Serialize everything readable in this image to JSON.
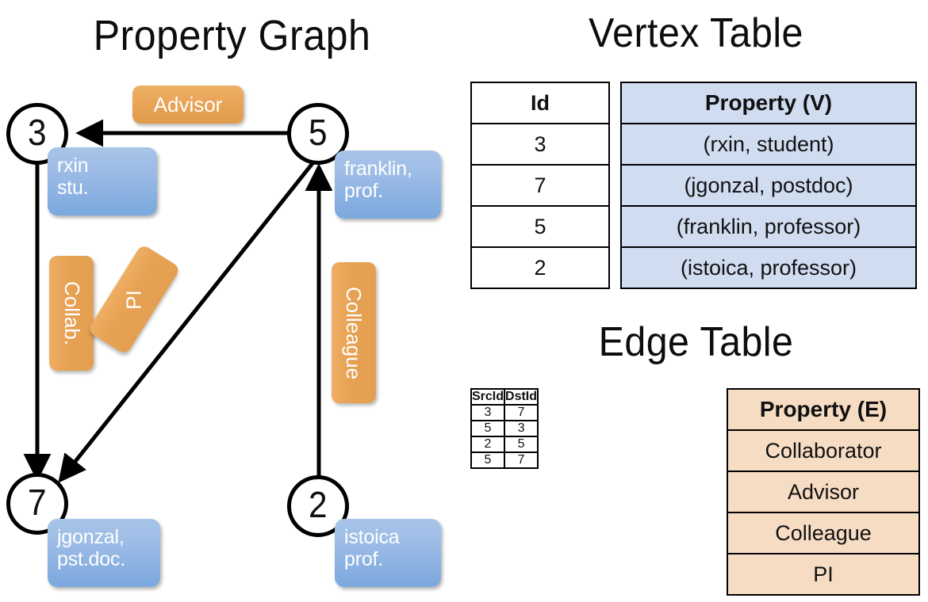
{
  "titles": {
    "property_graph": "Property Graph",
    "vertex_table": "Vertex Table",
    "edge_table": "Edge Table"
  },
  "graph": {
    "nodes": [
      {
        "id": "3",
        "property_label": "rxin\nstu.",
        "line1": "rxin",
        "line2": "stu."
      },
      {
        "id": "5",
        "property_label": "franklin,\nprof.",
        "line1": "franklin,",
        "line2": "prof."
      },
      {
        "id": "7",
        "property_label": "jgonzal,\npst.doc.",
        "line1": "jgonzal,",
        "line2": "pst.doc."
      },
      {
        "id": "2",
        "property_label": "istoica\nprof.",
        "line1": "istoica",
        "line2": "prof."
      }
    ],
    "edge_labels": [
      {
        "name": "advisor",
        "text": "Advisor"
      },
      {
        "name": "collab",
        "text": "Collab."
      },
      {
        "name": "pi",
        "text": "PI"
      },
      {
        "name": "colleague",
        "text": "Colleague"
      }
    ],
    "edges": [
      {
        "from": "5",
        "to": "3",
        "label": "Advisor"
      },
      {
        "from": "3",
        "to": "7",
        "label": "Collab."
      },
      {
        "from": "5",
        "to": "7",
        "label": "PI"
      },
      {
        "from": "2",
        "to": "5",
        "label": "Colleague"
      }
    ]
  },
  "vertex_table": {
    "headers": {
      "id": "Id",
      "property": "Property (V)"
    },
    "rows": [
      {
        "id": "3",
        "property": "(rxin, student)"
      },
      {
        "id": "7",
        "property": "(jgonzal, postdoc)"
      },
      {
        "id": "5",
        "property": "(franklin, professor)"
      },
      {
        "id": "2",
        "property": "(istoica, professor)"
      }
    ]
  },
  "edge_table": {
    "headers": {
      "src": "SrcId",
      "dst": "DstId",
      "property": "Property (E)"
    },
    "rows": [
      {
        "src": "3",
        "dst": "7",
        "property": "Collaborator"
      },
      {
        "src": "5",
        "dst": "3",
        "property": "Advisor"
      },
      {
        "src": "2",
        "dst": "5",
        "property": "Colleague"
      },
      {
        "src": "5",
        "dst": "7",
        "property": "PI"
      }
    ]
  },
  "colors": {
    "vertex_property_fill": "#d0dcf0",
    "edge_property_fill": "#f6dcc2",
    "node_box_blue": "#7aa8dd",
    "edge_label_orange": "#e8a254",
    "stroke": "#000000"
  }
}
